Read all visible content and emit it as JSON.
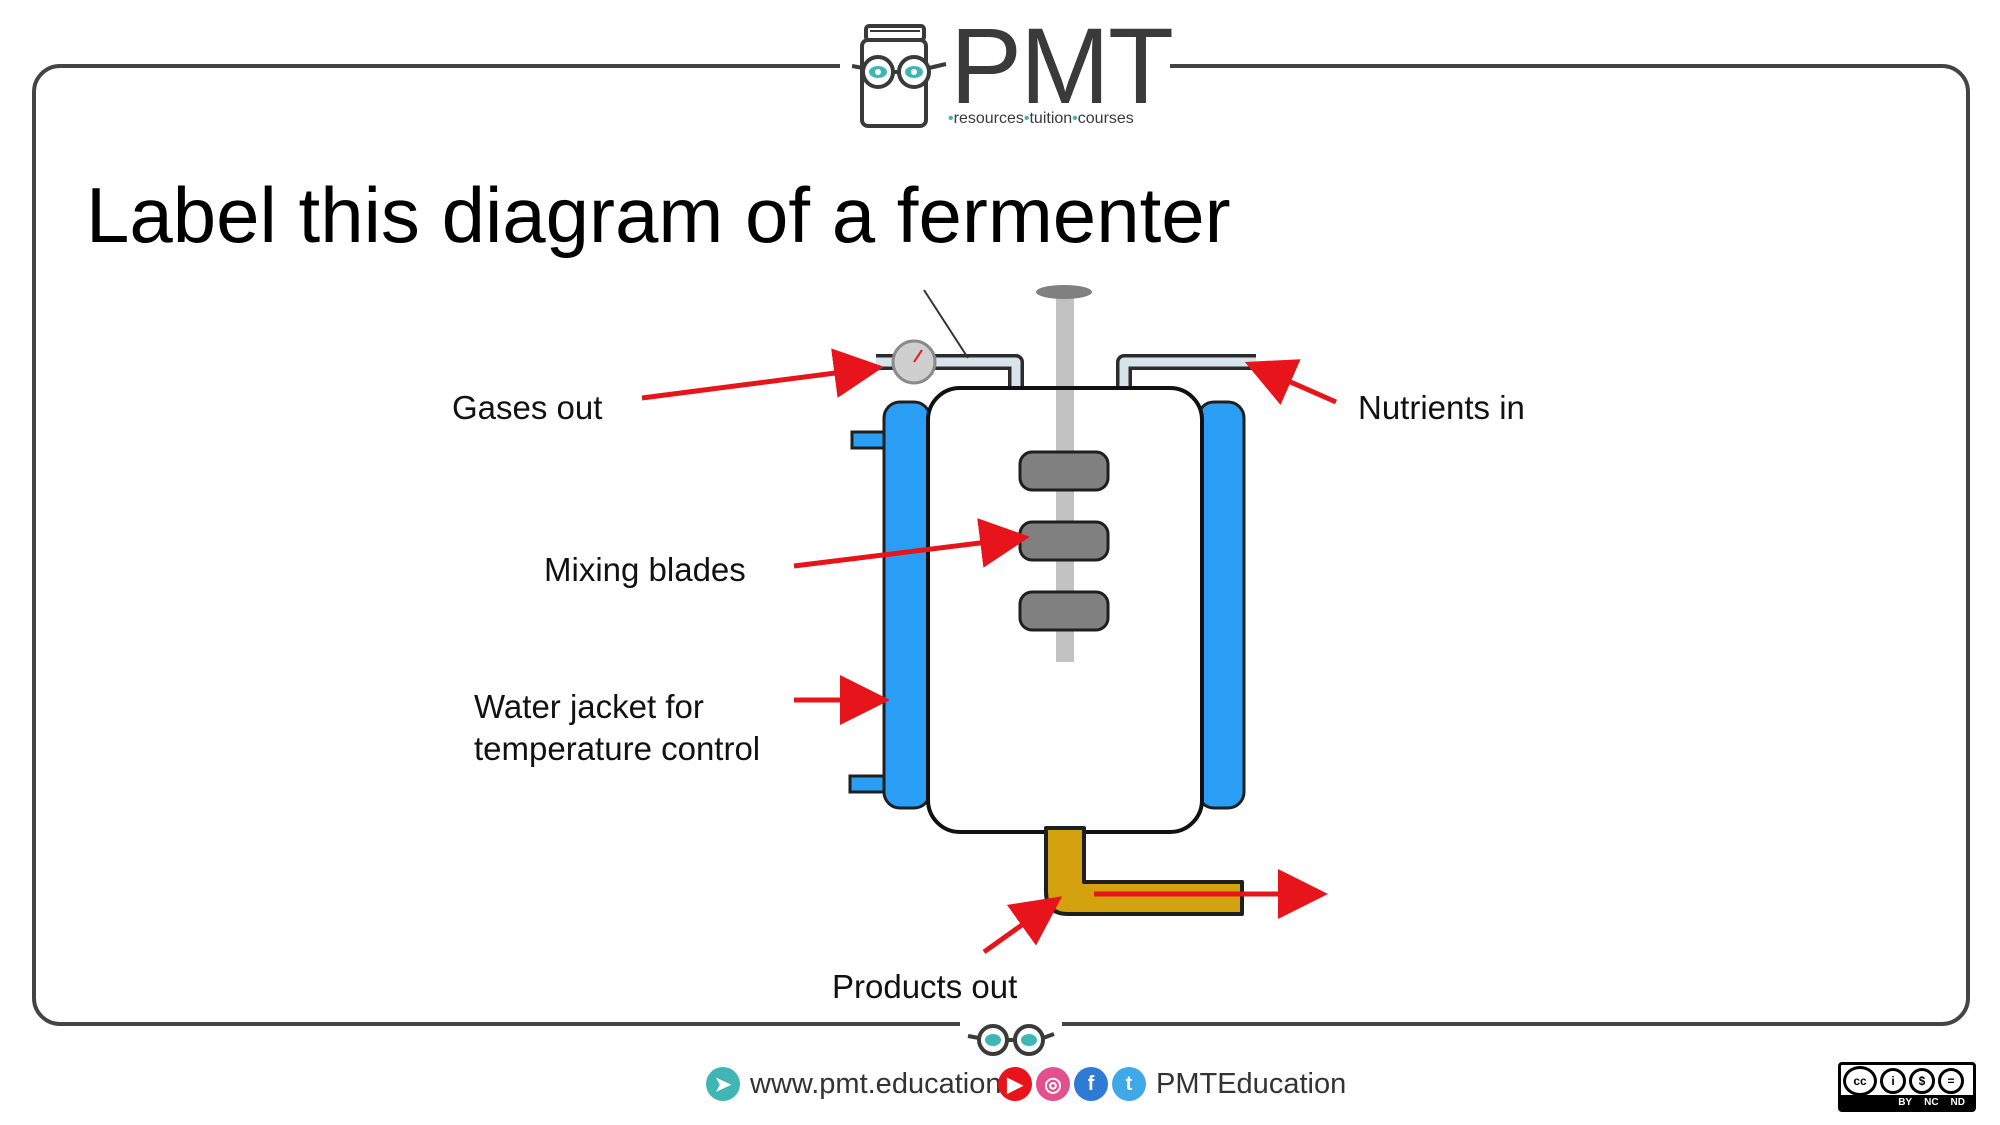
{
  "header": {
    "logo_text": "PMT",
    "logo_tagline": [
      "resources",
      "tuition",
      "courses"
    ]
  },
  "title": "Label this diagram of a fermenter",
  "diagram": {
    "labels": {
      "gases_out": "Gases out",
      "nutrients_in": "Nutrients in",
      "mixing_blades": "Mixing blades",
      "water_jacket_line1": "Water jacket for",
      "water_jacket_line2": "temperature control",
      "products_out": "Products out"
    },
    "colors": {
      "arrow": "#e8141c",
      "water_jacket": "#2a9df4",
      "product_pipe": "#d4a10f",
      "blades": "#808080",
      "shaft": "#c2c2c2"
    }
  },
  "footer": {
    "website": "www.pmt.education",
    "social_handle": "PMTEducation",
    "social_icons": [
      "youtube-icon",
      "instagram-icon",
      "facebook-icon",
      "twitter-icon"
    ],
    "license_badge": [
      "BY",
      "NC",
      "ND"
    ]
  }
}
